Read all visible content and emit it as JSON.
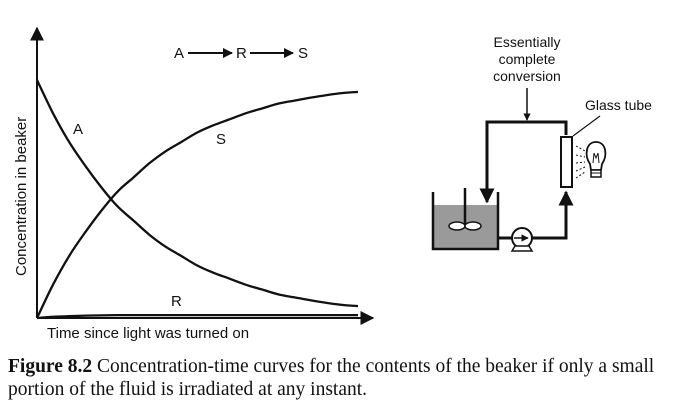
{
  "chart_data": {
    "type": "line",
    "xlabel": "Time since light was turned on",
    "ylabel": "Concentration in beaker",
    "reaction": {
      "species": [
        "A",
        "R",
        "S"
      ]
    },
    "x": [
      0,
      0.05,
      0.1,
      0.15,
      0.2,
      0.25,
      0.3,
      0.35,
      0.4,
      0.45,
      0.5,
      0.55,
      0.6,
      0.65,
      0.7,
      0.75,
      0.8,
      0.85,
      0.9,
      0.95,
      1.0
    ],
    "series": [
      {
        "name": "A",
        "values": [
          1.0,
          0.86,
          0.74,
          0.64,
          0.55,
          0.47,
          0.41,
          0.35,
          0.3,
          0.26,
          0.22,
          0.19,
          0.165,
          0.14,
          0.12,
          0.1,
          0.087,
          0.075,
          0.064,
          0.055,
          0.05
        ]
      },
      {
        "name": "S",
        "values": [
          0.0,
          0.14,
          0.26,
          0.36,
          0.45,
          0.53,
          0.59,
          0.65,
          0.7,
          0.74,
          0.78,
          0.81,
          0.835,
          0.86,
          0.88,
          0.9,
          0.913,
          0.925,
          0.936,
          0.945,
          0.95
        ]
      },
      {
        "name": "R",
        "values": [
          0.0,
          0.005,
          0.008,
          0.01,
          0.011,
          0.012,
          0.012,
          0.012,
          0.012,
          0.012,
          0.012,
          0.012,
          0.012,
          0.012,
          0.012,
          0.012,
          0.012,
          0.012,
          0.012,
          0.012,
          0.012
        ]
      }
    ]
  },
  "diagram": {
    "conversion_label": [
      "Essentially",
      "complete",
      "conversion"
    ],
    "tube_label": "Glass tube"
  },
  "caption": {
    "figure_label": "Figure 8.2",
    "text": " Concentration-time curves for the contents of the beaker if only a small portion of the fluid is irradiated at any instant."
  }
}
